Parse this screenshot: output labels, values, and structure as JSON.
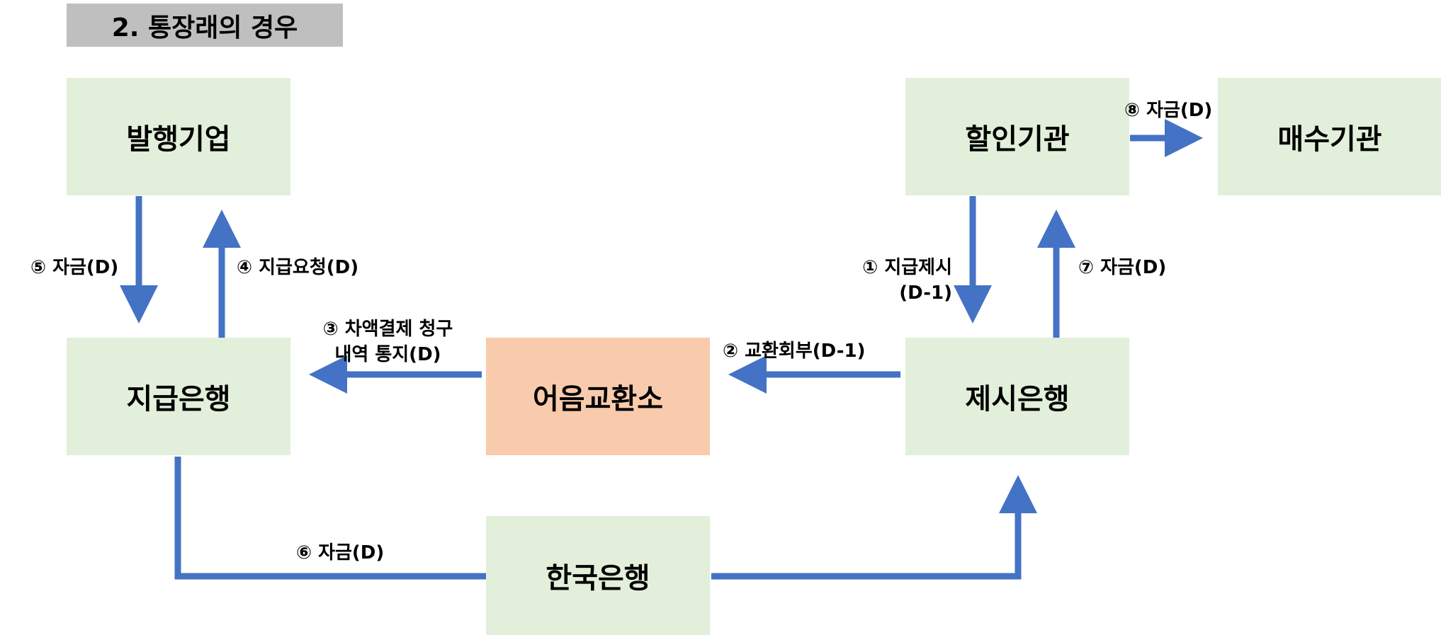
{
  "section_title": "2. 통장래의 경우",
  "nodes": {
    "issuer": "발행기업",
    "paying_bank": "지급은행",
    "clearing_house": "어음교환소",
    "presenting_bank": "제시은행",
    "discount_institution": "할인기관",
    "buying_institution": "매수기관",
    "bank_of_korea": "한국은행"
  },
  "steps": {
    "s1_line1": "① 지급제시",
    "s1_line2": "(D-1)",
    "s2": "② 교환회부(D-1)",
    "s3_line1": "③ 차액결제 청구",
    "s3_line2": "내역 통지(D)",
    "s4": "④ 지급요청(D)",
    "s5": "⑤ 자금(D)",
    "s6": "⑥ 자금(D)",
    "s7": "⑦ 자금(D)",
    "s8": "⑧ 자금(D)"
  },
  "colors": {
    "arrow": "#4472c4",
    "node_fill": "#e2efda",
    "clearing_fill": "#f8cbad",
    "title_fill": "#bfbfbf"
  }
}
